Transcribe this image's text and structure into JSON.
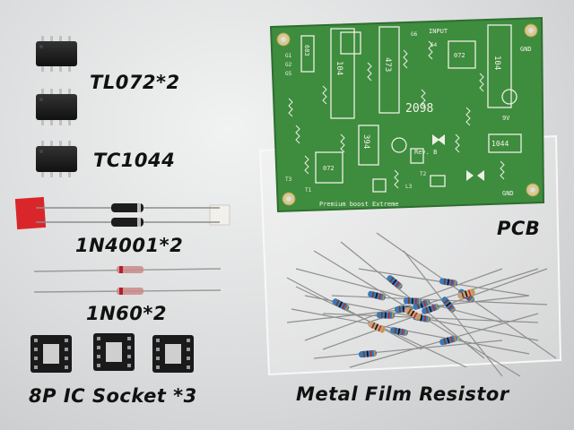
{
  "labels": {
    "tl072": "TL072*2",
    "tc1044": "TC1044",
    "diode_1n4001": "1N4001*2",
    "diode_1n60": "1N60*2",
    "socket": "8P IC Socket *3",
    "pcb": "PCB",
    "resistor": "Metal Film Resistor"
  },
  "pcb_silkscreen": {
    "input": "INPUT",
    "gnd_top": "GND",
    "gnd_bottom": "GND",
    "model": "2098",
    "rev": "Rev. B",
    "voltage": "9V",
    "chip_top": "072",
    "chip_left": "072",
    "chip_right": "1044",
    "cap_1": "104",
    "cap_2": "473",
    "cap_3": "104",
    "cap_4": "394",
    "cap_5": "683",
    "title": "Premium boost Extreme",
    "g1": "G1",
    "g2": "G2",
    "g5": "G5",
    "g4": "G4",
    "g6": "G6",
    "t1": "T1",
    "t2": "T2",
    "t3": "T3",
    "l3": "L3"
  },
  "colors": {
    "pcb_green": "#3e8c3e",
    "ic_black": "#1c1c1c",
    "resistor_blue": "#3a78b8"
  }
}
